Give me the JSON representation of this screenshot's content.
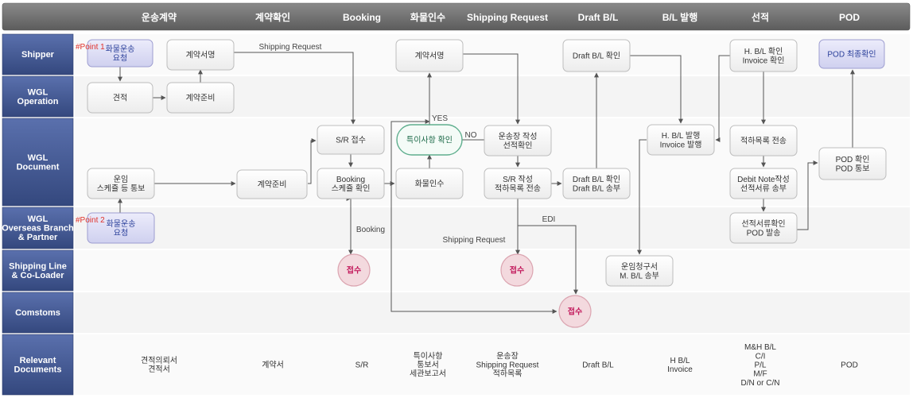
{
  "phases": [
    "운송계약",
    "계약확인",
    "Booking",
    "화물인수",
    "Shipping Request",
    "Draft B/L",
    "B/L 발행",
    "선적",
    "POD"
  ],
  "lanes": [
    {
      "id": "shipper",
      "lines": [
        "Shipper"
      ]
    },
    {
      "id": "wgl-operation",
      "lines": [
        "WGL",
        "Operation"
      ]
    },
    {
      "id": "wgl-document",
      "lines": [
        "WGL",
        "Document"
      ]
    },
    {
      "id": "wgl-overseas",
      "lines": [
        "WGL",
        "Overseas Branch",
        "& Partner"
      ]
    },
    {
      "id": "shipping-line",
      "lines": [
        "Shipping Line",
        "& Co-Loader"
      ]
    },
    {
      "id": "customs",
      "lines": [
        "Comstoms"
      ]
    },
    {
      "id": "relevant-docs",
      "lines": [
        "Relevant",
        "Documents"
      ]
    }
  ],
  "nodes": [
    {
      "id": "n1",
      "style": "blue",
      "lines": [
        "화물운송",
        "요청"
      ]
    },
    {
      "id": "n2",
      "style": "normal",
      "lines": [
        "계약서명"
      ]
    },
    {
      "id": "n3",
      "style": "normal",
      "lines": [
        "견적"
      ]
    },
    {
      "id": "n4",
      "style": "normal",
      "lines": [
        "계약준비"
      ]
    },
    {
      "id": "n5",
      "style": "normal",
      "lines": [
        "운임",
        "스케쥴 등 통보"
      ]
    },
    {
      "id": "n6",
      "style": "blue",
      "lines": [
        "화물운송",
        "요청"
      ]
    },
    {
      "id": "n7",
      "style": "normal",
      "lines": [
        "계약준비"
      ]
    },
    {
      "id": "n8",
      "style": "normal",
      "lines": [
        "S/R 접수"
      ]
    },
    {
      "id": "n9",
      "style": "normal",
      "lines": [
        "Booking",
        "스케쥴 확인"
      ]
    },
    {
      "id": "n10",
      "style": "normal",
      "lines": [
        "계약서명"
      ]
    },
    {
      "id": "n11",
      "style": "green",
      "lines": [
        "특이사항 확인"
      ]
    },
    {
      "id": "n12",
      "style": "normal",
      "lines": [
        "화물인수"
      ]
    },
    {
      "id": "n13",
      "style": "normal",
      "lines": [
        "운송장 작성",
        "선적확인"
      ]
    },
    {
      "id": "n14",
      "style": "normal",
      "lines": [
        "S/R 작성",
        "적하목록 전송"
      ]
    },
    {
      "id": "n15",
      "style": "normal",
      "lines": [
        "Draft B/L  확인"
      ]
    },
    {
      "id": "n16",
      "style": "normal",
      "lines": [
        "Draft B/L  확인",
        "Draft B/L  송부"
      ]
    },
    {
      "id": "n17",
      "style": "normal",
      "lines": [
        "H. B/L 발행",
        "Invoice 발행"
      ]
    },
    {
      "id": "n18",
      "style": "normal",
      "lines": [
        "운임청구서",
        "M. B/L 송부"
      ]
    },
    {
      "id": "n19",
      "style": "normal",
      "lines": [
        "H. B/L 확인",
        "Invoice 확인"
      ]
    },
    {
      "id": "n20",
      "style": "normal",
      "lines": [
        "적하목록 전송"
      ]
    },
    {
      "id": "n21",
      "style": "normal",
      "lines": [
        "Debit Note작성",
        "선적서류 송부"
      ]
    },
    {
      "id": "n22",
      "style": "normal",
      "lines": [
        "선적서류확인",
        "POD 발송"
      ]
    },
    {
      "id": "n23",
      "style": "blue",
      "lines": [
        "POD 최종확인"
      ]
    },
    {
      "id": "n24",
      "style": "normal",
      "lines": [
        "POD 확인",
        "POD 통보"
      ]
    }
  ],
  "circles": [
    {
      "id": "c1",
      "label": "접수"
    },
    {
      "id": "c2",
      "label": "접수"
    },
    {
      "id": "c3",
      "label": "접수"
    }
  ],
  "edge_labels": [
    {
      "id": "e-shipping-request-top",
      "text": "Shipping Request"
    },
    {
      "id": "e-yes",
      "text": "YES"
    },
    {
      "id": "e-no",
      "text": "NO"
    },
    {
      "id": "e-booking",
      "text": "Booking"
    },
    {
      "id": "e-edi",
      "text": "EDI"
    },
    {
      "id": "e-shipping-request-mid",
      "text": "Shipping Request"
    }
  ],
  "points": [
    {
      "id": "p1",
      "text": "#Point 1"
    },
    {
      "id": "p2",
      "text": "#Point 2"
    }
  ],
  "documents": [
    [
      "견적의뢰서",
      "견적서"
    ],
    [
      "계약서"
    ],
    [
      "S/R"
    ],
    [
      "특이사항",
      "통보서",
      "세관보고서"
    ],
    [
      "운송장",
      "Shipping Request",
      "적하목록"
    ],
    [
      "Draft B/L"
    ],
    [
      "H B/L",
      "Invoice"
    ],
    [
      "M&H B/L",
      "C/I",
      "P/L",
      "M/F",
      "D/N or C/N"
    ],
    [
      "POD"
    ]
  ],
  "colors": {
    "header": "#6b6b6b",
    "lane": "#3f5694",
    "box_border": "#bdbdbd",
    "box_blue_fill": "#dcdcf3",
    "box_blue_border": "#9d9dd0",
    "box_green_border": "#5fae8e",
    "circle_fill": "#f3d9de",
    "circle_border": "#dba4b0",
    "arrow": "#555555"
  }
}
